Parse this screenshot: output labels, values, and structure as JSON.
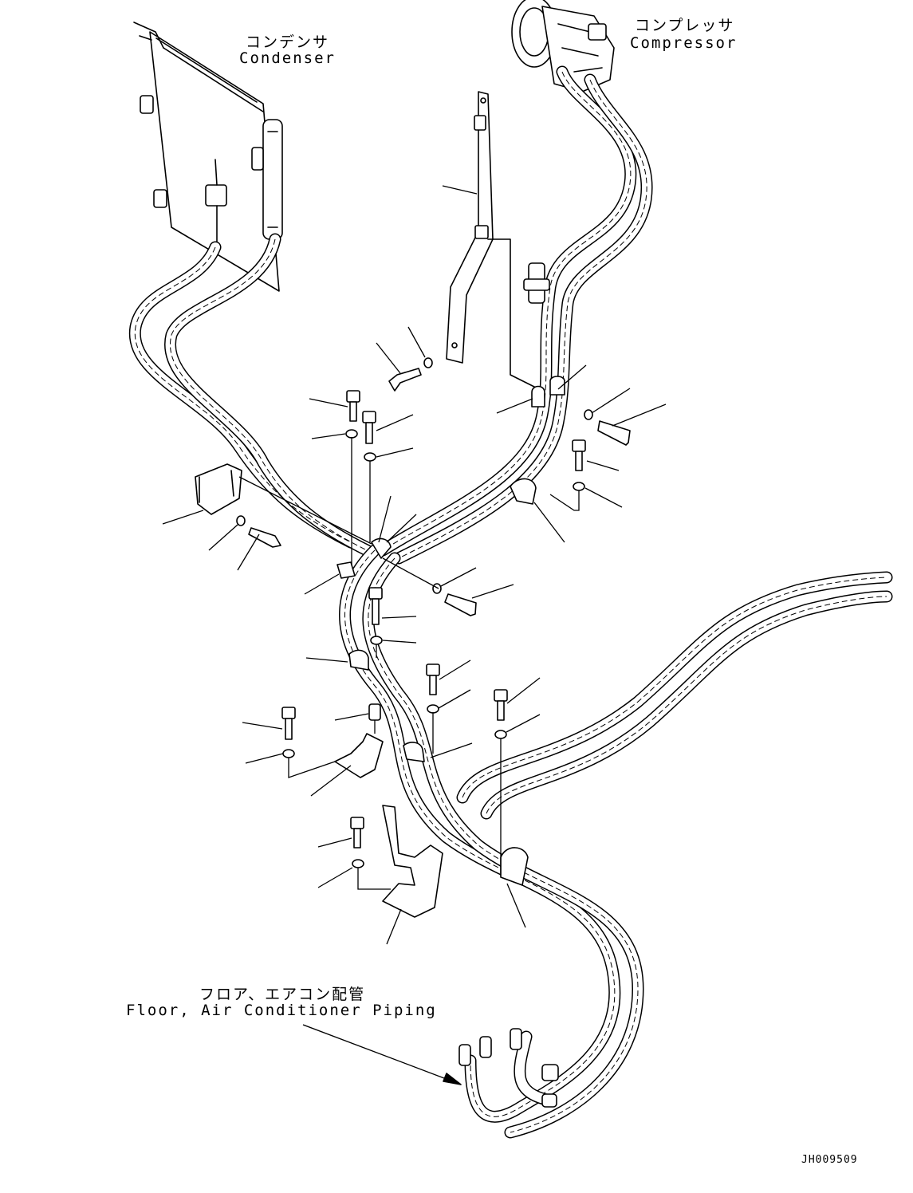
{
  "labels": {
    "condenser_jp": "コンデンサ",
    "condenser_en": "Condenser",
    "compressor_jp": "コンプレッサ",
    "compressor_en": "Compressor",
    "floor_piping_jp": "フロア、エアコン配管",
    "floor_piping_en": "Floor, Air Conditioner Piping",
    "drawing_code": "JH009509"
  }
}
